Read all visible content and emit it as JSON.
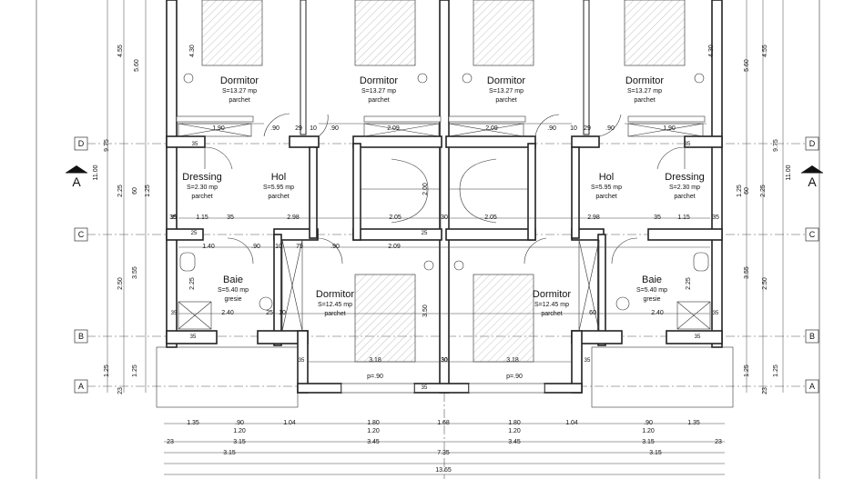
{
  "axes": {
    "D": "D",
    "C": "C",
    "B": "B",
    "A": "A"
  },
  "section_marker": "A",
  "rooms": {
    "dorm1": {
      "name": "Dormitor",
      "area": "S=13.27 mp",
      "floor": "parchet"
    },
    "dorm2": {
      "name": "Dormitor",
      "area": "S=13.27 mp",
      "floor": "parchet"
    },
    "dorm3": {
      "name": "Dormitor",
      "area": "S=13.27 mp",
      "floor": "parchet"
    },
    "dorm4": {
      "name": "Dormitor",
      "area": "S=13.27 mp",
      "floor": "parchet"
    },
    "dress_l": {
      "name": "Dressing",
      "area": "S=2.30 mp",
      "floor": "parchet"
    },
    "hol_l": {
      "name": "Hol",
      "area": "S=5.95 mp",
      "floor": "parchet"
    },
    "hol_r": {
      "name": "Hol",
      "area": "S=5.95 mp",
      "floor": "parchet"
    },
    "dress_r": {
      "name": "Dressing",
      "area": "S=2.30 mp",
      "floor": "parchet"
    },
    "baie_l": {
      "name": "Baie",
      "area": "S=5.40 mp",
      "floor": "gresie"
    },
    "dorm5": {
      "name": "Dormitor",
      "area": "S=12.45 mp",
      "floor": "parchet"
    },
    "dorm6": {
      "name": "Dormitor",
      "area": "S=12.45 mp",
      "floor": "parchet"
    },
    "baie_r": {
      "name": "Baie",
      "area": "S=5.40 mp",
      "floor": "gresie"
    }
  },
  "dims": {
    "d430a": "4.30",
    "d430b": "4.30",
    "d455l": "4.55",
    "d560l": "5.60",
    "d560r": "5.60",
    "d455r": "4.55",
    "d975l": "9.75",
    "d1100l": "11.00",
    "d975r": "9.75",
    "d1100r": "11.00",
    "d225l": "2.25",
    "d60l": "60",
    "d125l": "1.25",
    "d225r": "2.25",
    "d60r": "60",
    "d125r": "1.25",
    "d355l": "3.55",
    "d250l": "2.50",
    "d225b": "2.25",
    "d355r": "3.55",
    "d250r": "2.50",
    "d225c": "2.25",
    "d350": "3.50",
    "d200": "2.00",
    "v125a": "1.25",
    "v125b": "1.25",
    "v125c": "1.25",
    "v125d": "1.25",
    "v23a": "23",
    "v23b": "23",
    "h190l": "1.90",
    "h90a": ".90",
    "h29a": "29",
    "h10a": "10",
    "h90b": ".90",
    "h209a": "2.09",
    "h209b": "2.09",
    "h90c": ".90",
    "h10b": "10",
    "h29b": "29",
    "h90d": ".90",
    "h190r": "1.90",
    "h35a": "35",
    "h115l": "1.15",
    "h35b": "35",
    "h298l": "2.98",
    "h205l": "2.05",
    "h30a": "30",
    "h205r": "2.05",
    "h298r": "2.98",
    "h35c": "35",
    "h115r": "1.15",
    "h35d": "35",
    "h140l": "1.40",
    "h90e": ".90",
    "h10c": "10",
    "h79": "79",
    "h90f": ".90",
    "h209c": "2.09",
    "h240l": "2.40",
    "h25a": "25",
    "h10d": "10",
    "h60a": "60",
    "h240r": "2.40",
    "h318l": "3.18",
    "h30b": "30",
    "h318r": "3.18",
    "p90l": "p=.90",
    "p90r": "p=.90",
    "b135l": "1.35",
    "b90l": ".90",
    "b104l": "1.04",
    "b180l": "1.80",
    "b168": "1.68",
    "b180r": "1.80",
    "b104r": "1.04",
    "b90r": ".90",
    "b135r": "1.35",
    "b120l": "1.20",
    "b120m": "1.20",
    "b120n": "1.20",
    "b120r": "1.20",
    "b23l": "23",
    "b315l": "3.15",
    "b345l": "3.45",
    "b345r": "3.45",
    "b315r": "3.15",
    "b23r": "23",
    "b315bl": "3.15",
    "b735": "7.35",
    "b315br": "3.15",
    "b1365": "13.65",
    "s35a": "35",
    "s35b": "35",
    "s35c": "35",
    "s35d": "35",
    "s35e": "35",
    "s35f": "35",
    "s35g": "35",
    "s35h": "35",
    "s25a": "25",
    "s25b": "25",
    "s30": "30",
    "s35i": "35",
    "s35j": "35"
  }
}
